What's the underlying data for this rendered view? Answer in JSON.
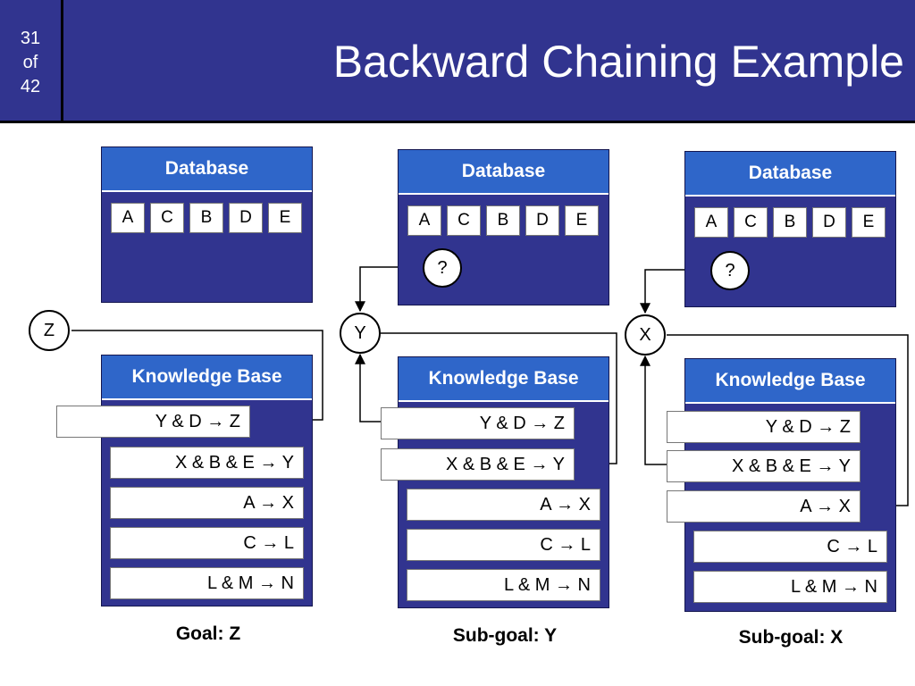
{
  "slide": {
    "current": "31",
    "of_label": "of",
    "total": "42"
  },
  "title": "Backward Chaining Example",
  "columns": [
    {
      "database_label": "Database",
      "facts": [
        "A",
        "C",
        "B",
        "D",
        "E"
      ],
      "query_marker": "",
      "node": "Z",
      "kb_label": "Knowledge Base",
      "rules": [
        "Y & D → Z",
        "X & B & E → Y",
        "A → X",
        "C → L",
        "L & M → N"
      ],
      "goal_label": "Goal: Z"
    },
    {
      "database_label": "Database",
      "facts": [
        "A",
        "C",
        "B",
        "D",
        "E"
      ],
      "query_marker": "?",
      "node": "Y",
      "kb_label": "Knowledge Base",
      "rules": [
        "Y & D → Z",
        "X & B & E → Y",
        "A → X",
        "C → L",
        "L & M → N"
      ],
      "goal_label": "Sub-goal: Y"
    },
    {
      "database_label": "Database",
      "facts": [
        "A",
        "C",
        "B",
        "D",
        "E"
      ],
      "query_marker": "?",
      "node": "X",
      "kb_label": "Knowledge Base",
      "rules": [
        "Y & D → Z",
        "X & B & E → Y",
        "A → X",
        "C → L",
        "L & M → N"
      ],
      "goal_label": "Sub-goal: X"
    }
  ]
}
